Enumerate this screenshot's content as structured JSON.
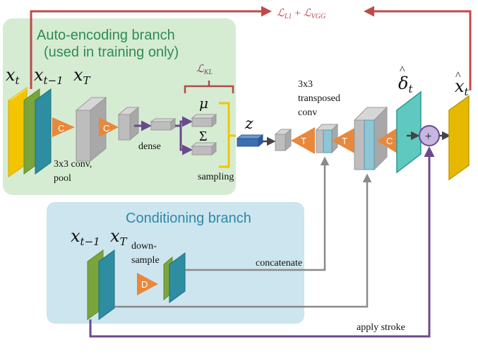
{
  "loss_top": "ℒₗ₁ + ℒᵥᵍᵍ",
  "loss_top_parts": {
    "a": "ℒ",
    "a_sub": "L1",
    "plus": "+",
    "b": "ℒ",
    "b_sub": "VGG"
  },
  "loss_kl": {
    "symbol": "ℒ",
    "sub": "KL"
  },
  "ae_branch": {
    "title_line1": "Auto-encoding branch",
    "title_line2": "(used in training only)"
  },
  "cond_branch": {
    "title": "Conditioning branch"
  },
  "inputs": {
    "x_t": {
      "base": "x",
      "sub": "t"
    },
    "x_t_minus_1": {
      "base": "x",
      "sub": "t−1"
    },
    "x_T": {
      "base": "x",
      "sub": "T"
    },
    "cond_x_t_minus_1": {
      "base": "x",
      "sub": "t−1"
    },
    "cond_x_T": {
      "base": "x",
      "sub": "T"
    }
  },
  "symbols": {
    "mu": "μ",
    "sigma": "Σ",
    "z": "z",
    "delta": "δ",
    "delta_sub": "t",
    "xhat": "x",
    "xhat_sub": "t",
    "plus": "+"
  },
  "labels": {
    "conv_line1": "3x3 conv,",
    "conv_line2": "pool",
    "dense": "dense",
    "sampling": "sampling",
    "transposed_line1": "3x3",
    "transposed_line2": "transposed",
    "transposed_line3": "conv",
    "downsample_line1": "down-",
    "downsample_line2": "sample",
    "concatenate": "concatenate",
    "apply_stroke": "apply stroke"
  },
  "op_letters": {
    "conv": "C",
    "transpose": "T",
    "downsample": "D"
  },
  "colors": {
    "ae_bg": "#d5ecd2",
    "cond_bg": "#cce5ee",
    "ae_title": "#2f8a55",
    "cond_title": "#2f88a8",
    "loss_red": "#c0494a",
    "kl_brace": "#b04a4a",
    "kl_text": "#7a3b6a",
    "yellow": "#f2c500",
    "green": "#7aa53c",
    "teal": "#2e8da0",
    "orange": "#e8883c",
    "gray": "#bdbdbd",
    "purple": "#6a4a8e",
    "arrow_gray": "#8a8a8a",
    "z_blue": "#3a6fb0",
    "delta_teal": "#5fc9bf",
    "xhat_yellow": "#e6b800"
  }
}
